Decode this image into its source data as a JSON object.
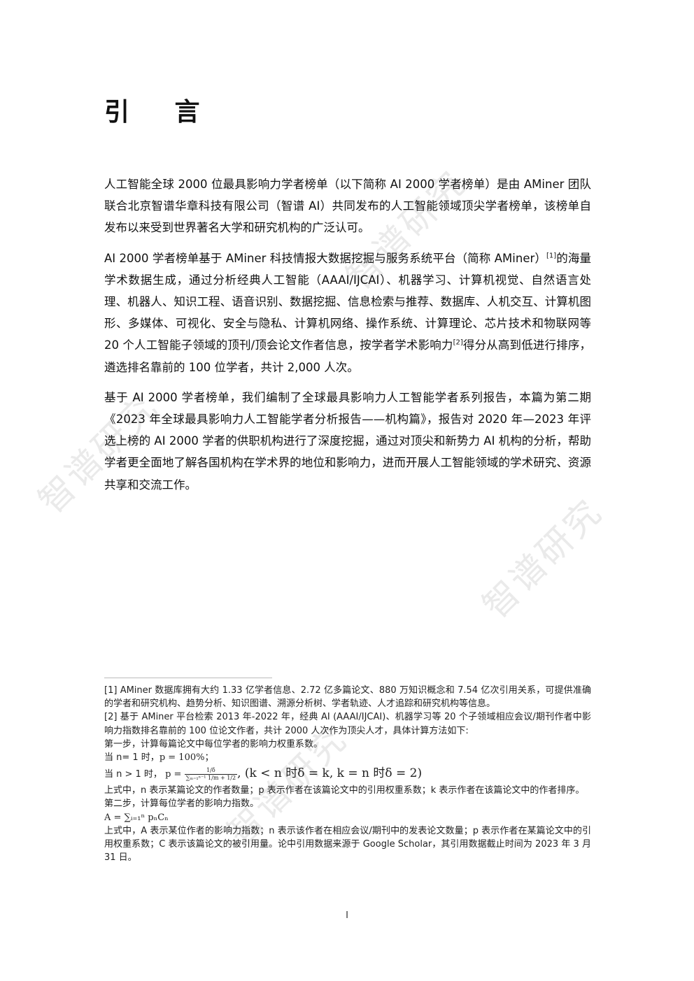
{
  "heading": "引 言",
  "paragraphs": [
    {
      "before": "人工智能全球 2000 位最具影响力学者榜单（以下简称 AI 2000 学者榜单）是由 AMiner 团队联合北京智谱华章科技有限公司（智谱 AI）共同发布的人工智能领域顶尖学者榜单，该榜单自发布以来受到世界著名大学和研究机构的广泛认可。"
    },
    {
      "before": "AI 2000 学者榜单基于 AMiner 科技情报大数据挖掘与服务系统平台（简称 AMiner）",
      "ref1": "[1]",
      "middle": "的海量学术数据生成，通过分析经典人工智能（AAAI/IJCAI）、机器学习、计算机视觉、自然语言处理、机器人、知识工程、语音识别、数据挖掘、信息检索与推荐、数据库、人机交互、计算机图形、多媒体、可视化、安全与隐私、计算机网络、操作系统、计算理论、芯片技术和物联网等 20 个人工智能子领域的顶刊/顶会论文作者信息，按学者学术影响力",
      "ref2": "[2]",
      "after": "得分从高到低进行排序，遴选排名靠前的 100 位学者，共计 2,000 人次。"
    },
    {
      "before": "基于 AI 2000 学者榜单，我们编制了全球最具影响力人工智能学者系列报告，本篇为第二期《2023 年全球最具影响力人工智能学者分析报告——机构篇》，报告对 2020 年—2023 年评选上榜的 AI 2000 学者的供职机构进行了深度挖掘，通过对顶尖和新势力 AI 机构的分析，帮助学者更全面地了解各国机构在学术界的地位和影响力，进而开展人工智能领域的学术研究、资源共享和交流工作。"
    }
  ],
  "footnotes": {
    "fn1": "[1] AMiner 数据库拥有大约 1.33 亿学者信息、2.72 亿多篇论文、880 万知识概念和 7.54 亿次引用关系，可提供准确的学者和研究机构、趋势分析、知识图谱、溯源分析树、学者轨迹、人才追踪和研究机构等信息。",
    "fn2": "[2] 基于 AMiner 平台检索 2013 年-2022 年，经典 AI (AAAI/IJCAI)、机器学习等 20 个子领域相应会议/期刊作者中影响力指数排名靠前的 100 位论文作者，共计 2000 人次作为顶尖人才，具体计算方法如下:",
    "step1": "第一步，计算每篇论文中每位学者的影响力权重系数。",
    "case1_prefix": "当 n= 1 时，",
    "case1_formula": "p = 100%；",
    "case2_prefix": "当 n > 1 时，",
    "case2_p": "p =",
    "case2_frac_num": "1/δ",
    "case2_frac_den": "∑ₘ₌₁ⁿ⁻¹ 1/m + 1/2",
    "case2_cond": ", (k < n 时δ = k, k = n 时δ = 2)",
    "explain1": "上式中，n 表示某篇论文的作者数量；p 表示作者在该篇论文中的引用权重系数；k 表示作者在该篇论文中的作者排序。",
    "step2": "第二步，计算每位学者的影响力指数。",
    "formula2": "A = ∑ᵢ₌₁ⁿ pₙCₙ",
    "explain2": "上式中，A 表示某位作者的影响力指数；n 表示该作者在相应会议/期刊中的发表论文数量；p 表示作者在某篇论文中的引用权重系数；C 表示该篇论文的被引用量。论中引用数据来源于 Google Scholar，其引用数据截止时间为 2023 年 3 月 31 日。"
  },
  "page_number": "I",
  "watermark": "智谱研究"
}
